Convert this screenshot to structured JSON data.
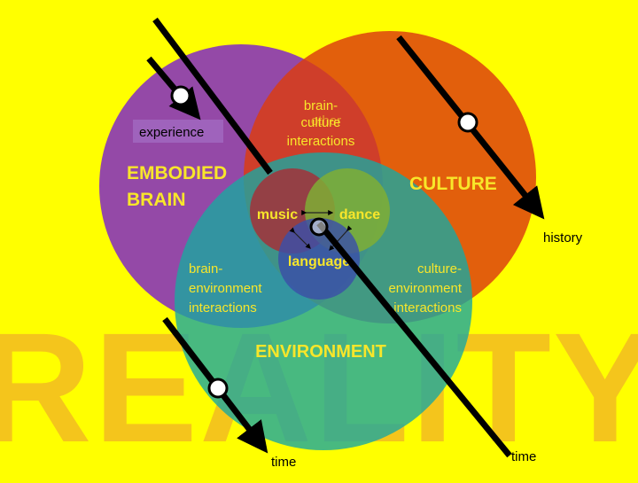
{
  "background_word": "REALITY",
  "circles": {
    "brain": {
      "label_line1": "EMBODIED",
      "label_line2": "BRAIN",
      "color": "#8e3fb0"
    },
    "culture": {
      "label": "CULTURE",
      "color": "#dc3c0f"
    },
    "environment": {
      "label": "ENVIRONMENT",
      "color": "#1aa8a0"
    }
  },
  "intersections": {
    "brain_culture": {
      "line1": "brain-",
      "line2a": "culture",
      "line2b": "other",
      "line3": "interactions"
    },
    "brain_environment": {
      "line1": "brain-",
      "line2": "environment",
      "line3": "interactions"
    },
    "culture_environment": {
      "line1": "culture-",
      "line2": "environment",
      "line3": "interactions"
    }
  },
  "core": {
    "music": "music",
    "dance": "dance",
    "language": "language"
  },
  "labels": {
    "experience": "experience",
    "history": "history",
    "time_left": "time",
    "time_right": "time"
  },
  "colors": {
    "background": "#ffff00",
    "reality_text": "#f4c51c",
    "label_text": "#f8e62a",
    "arrow": "#000000"
  }
}
